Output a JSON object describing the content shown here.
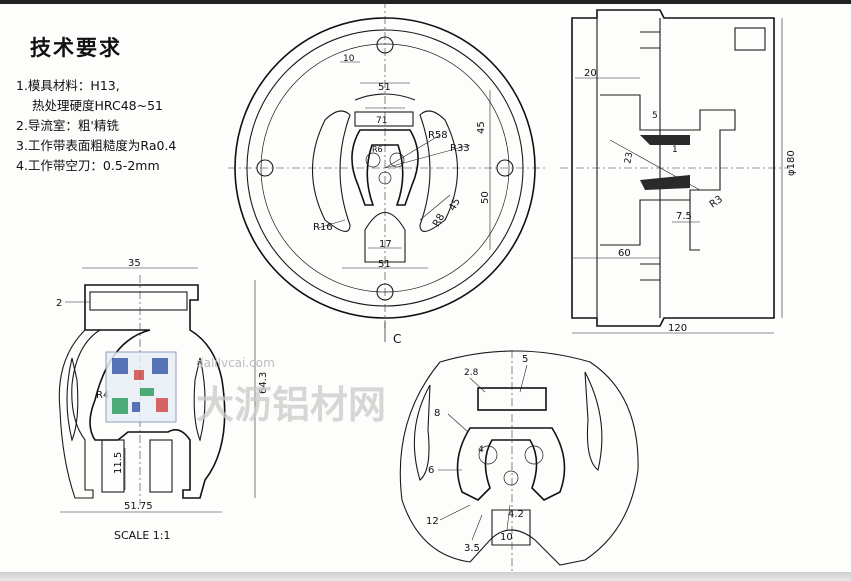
{
  "spec": {
    "title": "技术要求",
    "lines": [
      "1.模具材料：H13,",
      "  热处理硬度HRC48~51",
      "2.导流室：粗'精铣",
      "3.工作带表面粗糙度为Ra0.4",
      "4.工作带空刀：0.5-2mm"
    ]
  },
  "front_view": {
    "dims": [
      "10",
      "51",
      "71",
      "R58",
      "R33",
      "45",
      "R6",
      "45",
      "50",
      "R8",
      "R16",
      "17",
      "51"
    ],
    "section_marker": "C"
  },
  "side_view": {
    "dims": [
      "20",
      "5",
      "23",
      "1",
      "φ180",
      "R3",
      "7.5",
      "60",
      "120"
    ]
  },
  "profile_view": {
    "dims": [
      "35",
      "2",
      "64.3",
      "R4",
      "11.5",
      "51.75"
    ],
    "scale": "SCALE 1:1"
  },
  "detail_view": {
    "dims": [
      "2.8",
      "5",
      "8",
      "4",
      "6",
      "12",
      "3.5",
      "10",
      "4.2"
    ]
  },
  "watermark": {
    "url": "dalilvcai.com",
    "text": "大沥铝材网"
  },
  "colors": {
    "ink": "#1a1a1a",
    "paper": "#fdfdfc",
    "watermark": "#c9c9c9"
  }
}
